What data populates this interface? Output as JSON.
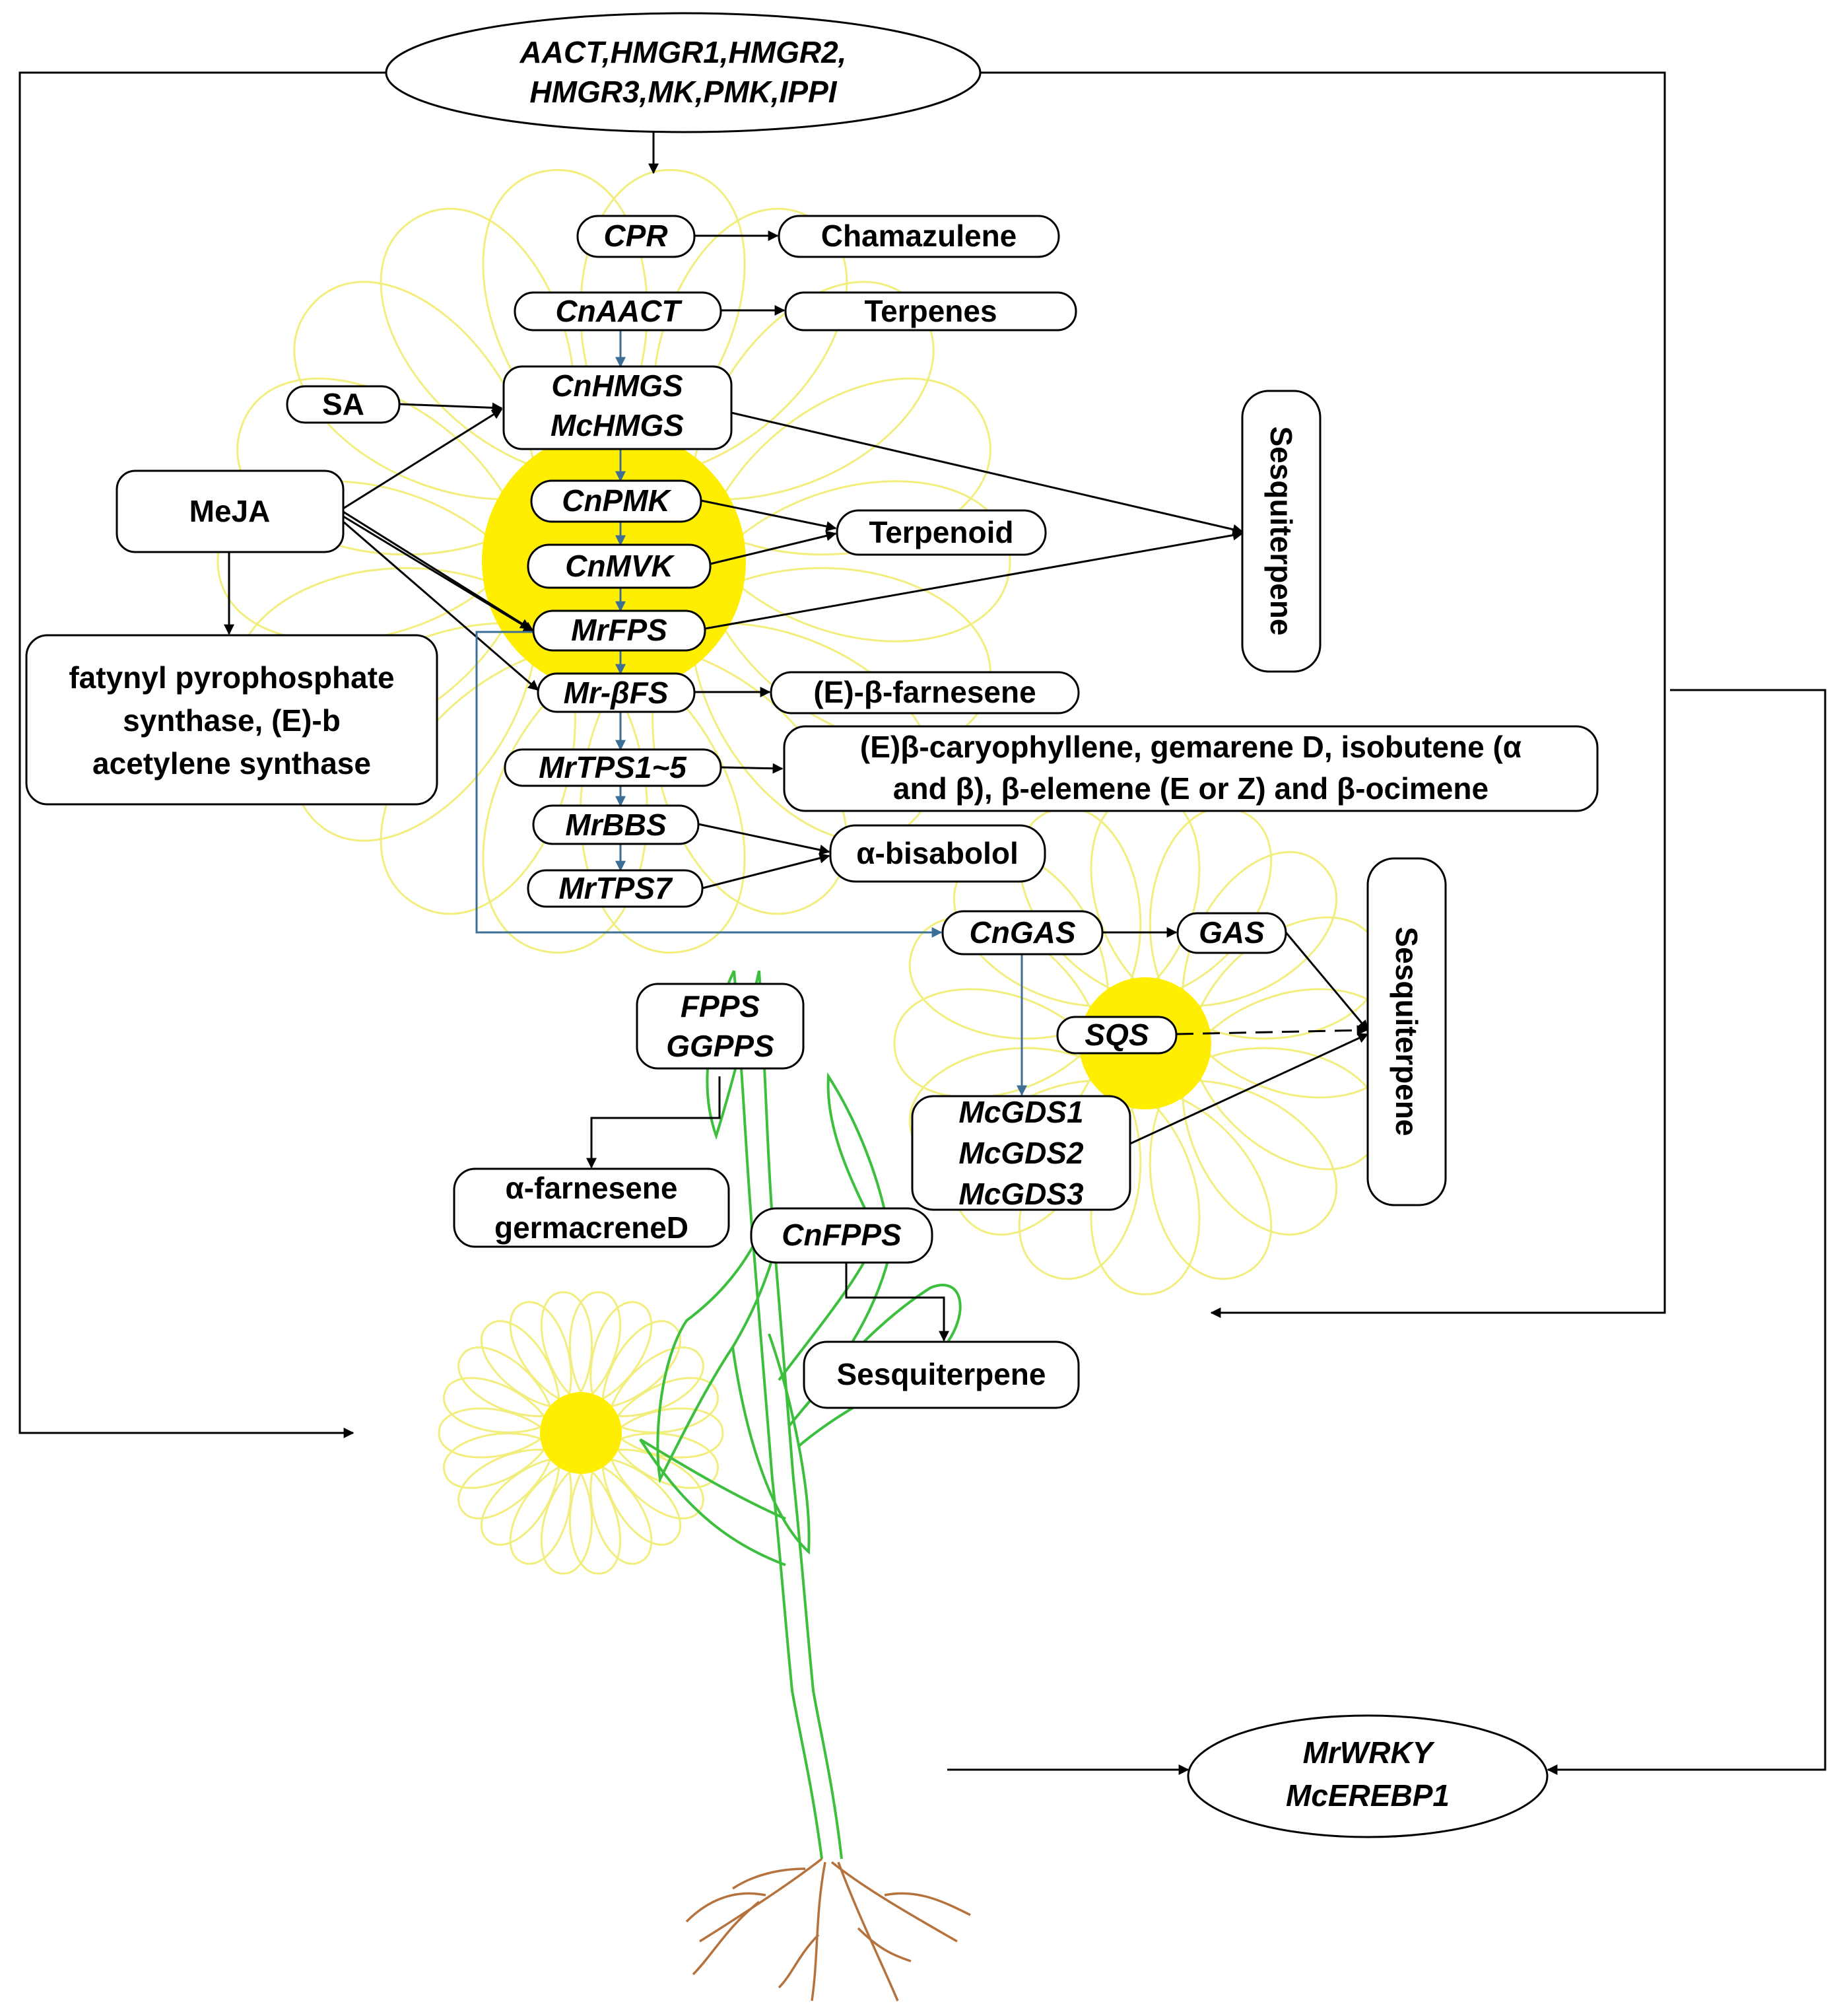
{
  "regulators_top": {
    "line1": "AACT,HMGR1,HMGR2,",
    "line2": "HMGR3,MK,PMK,IPPI"
  },
  "nodes": {
    "cpr": "CPR",
    "chamazulene": "Chamazulene",
    "cnaact": "CnAACT",
    "terpenes": "Terpenes",
    "sa": "SA",
    "cnhmgs": "CnHMGS",
    "mchmgs": "McHMGS",
    "meja": "MeJA",
    "cnpmk": "CnPMK",
    "terpenoid": "Terpenoid",
    "cnmvk": "CnMVK",
    "mrfps": "MrFPS",
    "sesquiterpene_top": "Sesquiterpene",
    "fatynyl": [
      "fatynyl pyrophosphate",
      "synthase, (E)-b",
      "acetylene synthase"
    ],
    "mr_bfs": "Mr-βFS",
    "e_b_farnesene": "(E)-β-farnesene",
    "mrtps1_5": "MrTPS1~5",
    "caryophyllene": [
      "(E)β-caryophyllene, gemarene D, isobutene (α",
      "and β), β-elemene (E or Z) and β-ocimene"
    ],
    "mrbbs": "MrBBS",
    "bisabolol": "α-bisabolol",
    "mrtps7": "MrTPS7",
    "cngas": "CnGAS",
    "gas": "GAS",
    "sqs": "SQS",
    "sesquiterpene_right": "Sesquiterpene",
    "fpps": "FPPS",
    "ggpps": "GGPPS",
    "mcgds": [
      "McGDS1",
      "McGDS2",
      "McGDS3"
    ],
    "farnesene": [
      "α-farnesene",
      "germacreneD"
    ],
    "cnfpps": "CnFPPS",
    "sesquiterpene_bottom": "Sesquiterpene",
    "wrky": {
      "line1": "MrWRKY",
      "line2": "McEREBP1"
    }
  },
  "colors": {
    "petal": "#f2ee7e",
    "flower_core": "#ffee00",
    "stem": "#3cbf3c",
    "root": "#b5723c",
    "blue_arrow": "#3d6f96"
  }
}
